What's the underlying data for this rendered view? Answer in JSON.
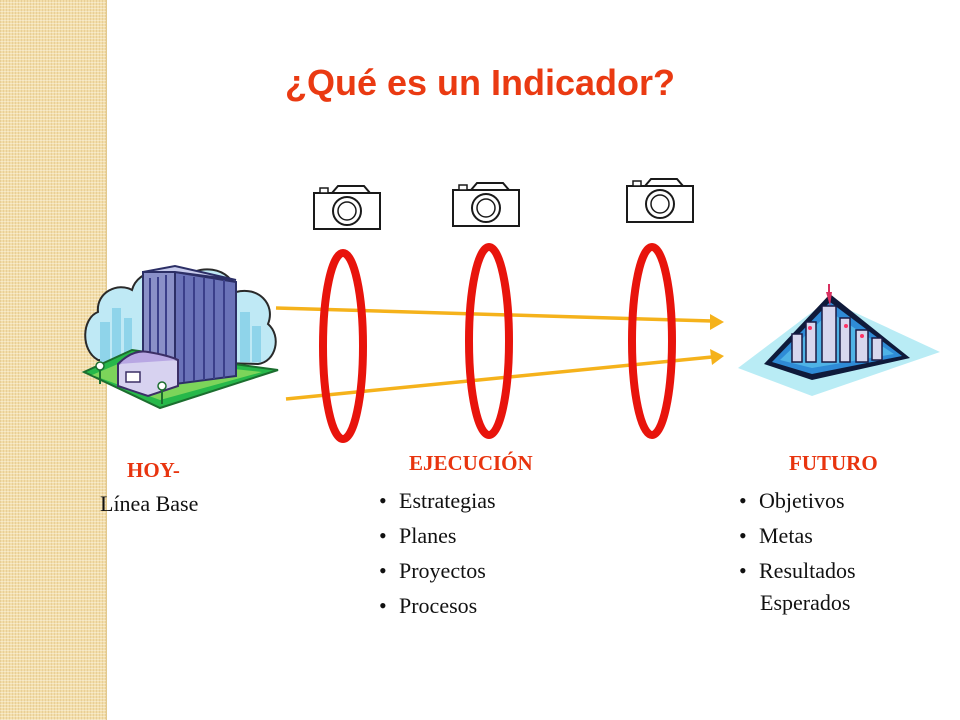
{
  "slide": {
    "title": "¿Qué es un Indicador?",
    "colors": {
      "title": "#ea3a12",
      "heading": "#e8340e",
      "lens": "#e8140c",
      "arrow": "#f5b21b",
      "band": "#f3deaa"
    }
  },
  "diagram": {
    "today": {
      "heading": "HOY-",
      "label": "Línea Base",
      "icon": "office-building-icon"
    },
    "execution": {
      "heading": "EJECUCIÓN",
      "items": [
        "Estrategias",
        "Planes",
        "Proyectos",
        "Procesos"
      ],
      "icons": [
        "camera-icon",
        "camera-icon",
        "camera-icon"
      ]
    },
    "future": {
      "heading": "FUTURO",
      "items": [
        "Objetivos",
        "Metas",
        "Resultados"
      ],
      "item_continuation": "Esperados",
      "icon": "future-city-icon"
    }
  }
}
